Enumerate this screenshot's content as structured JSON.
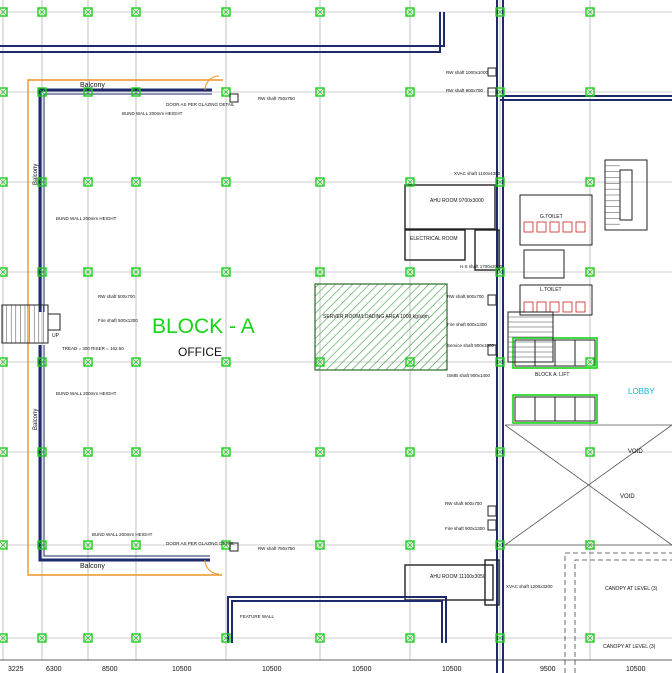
{
  "block": {
    "title": "BLOCK - A",
    "subtitle": "OFFICE"
  },
  "labels": {
    "balcony_top": "Balcony",
    "balcony_bottom": "Balcony",
    "balcony_left_top": "Balcony",
    "balcony_left_bottom": "Balcony",
    "bund_wall_top": "BUND WALL 200mm HEIGHT",
    "bund_wall_left1": "BUND WALL 200mm HEIGHT",
    "bund_wall_left2": "BUND WALL 200mm HEIGHT",
    "bund_wall_bottom": "BUND WALL 200mm HEIGHT",
    "door_top": "DOOR AS PER GLAZING DETAIL",
    "door_bottom": "DOOR AS PER GLAZING DETAIL",
    "rw_shaft_top": "RW shaft 750x750",
    "rw_shaft_bottom": "RW shaft 750x750",
    "rw_shaft_mid": "RW shaft 500x700",
    "fire_shaft_mid": "Fire shaft 500x1300",
    "rw_shaft_topright1": "RW shaft 1000x1000",
    "rw_shaft_topright2": "RW shaft 900x700",
    "xvac_shaft": "XVAC shaft 1100x4300",
    "hs_shaft": "H.S shaft 1700x2000",
    "server_area": "SERVER ROOM/LOADING AREA 1000 kg/sqm",
    "rw_shaft_server": "RW shaft 900x700",
    "fire_shaft_server": "Fire shaft 900x1300",
    "service_shaft": "Service shaft 900x1000",
    "ismb_shaft": "ISMB shaft 900x1400",
    "ahu_room_top": "AHU ROOM 9700x3000",
    "electrical_room": "ELECTRICAL ROOM",
    "g_toilet": "G.TOILET",
    "l_toilet": "L.TOILET",
    "block_a_lift": "BLOCK A. LIFT",
    "lobby": "LOBBY",
    "void1": "VOID",
    "void2": "VOID",
    "rw_shaft_lower1": "RW shaft 900x700",
    "fire_shaft_lower": "Fire shaft 900x1300",
    "ahu_room_bottom": "AHU ROOM 11100x3050",
    "xvac_shaft_bottom": "XVAC shaft 1200x3200",
    "feature_wall": "FEATURE WALL",
    "canopy1": "CANOPY AT LEVEL (3)",
    "canopy2": "CANOPY AT LEVEL (3)",
    "up_label": "UP",
    "tread": "TREAD = 300 RISER = 162.50"
  },
  "dimensions": [
    "3225",
    "6300",
    "8500",
    "10500",
    "10500",
    "10500",
    "10500",
    "9500",
    "10500"
  ],
  "colors": {
    "accent_green": "#16d416",
    "column_green": "#22cc22",
    "balcony_orange": "#e8962a",
    "wall_navy": "#1e2a6b",
    "grid_gray": "#9a9a9a",
    "lobby_cyan": "#12b5e6",
    "hatch_green": "#3a9a3a"
  }
}
